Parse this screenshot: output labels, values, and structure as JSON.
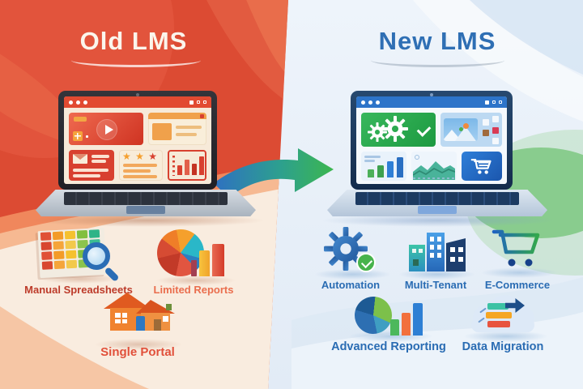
{
  "comparison": {
    "left": {
      "title": "Old LMS",
      "features": [
        {
          "label": "Manual Spreadsheets",
          "icon": "spreadsheet-magnifier-icon"
        },
        {
          "label": "Limited Reports",
          "icon": "pie-bar-chart-icon"
        },
        {
          "label": "Single Portal",
          "icon": "house-icon"
        }
      ],
      "colors": {
        "background": "#dc4b33",
        "panel_lower": "#f9ecdf",
        "title_text": "#fbf5ec",
        "label_text": "#c23a28",
        "laptop_titlebar": "#e24a31"
      }
    },
    "right": {
      "title": "New LMS",
      "features": [
        {
          "label": "Automation",
          "icon": "gear-check-icon"
        },
        {
          "label": "Multi-Tenant",
          "icon": "buildings-icon"
        },
        {
          "label": "E-Commerce",
          "icon": "shopping-cart-icon"
        },
        {
          "label": "Advanced Reporting",
          "icon": "pie-bars-icon"
        },
        {
          "label": "Data Migration",
          "icon": "cloud-migration-icon"
        }
      ],
      "colors": {
        "background": "#eaf1f8",
        "title_text": "#2f6fb4",
        "label_text": "#2a6cb3",
        "laptop_titlebar": "#2d74c9",
        "accent_green": "#3db84b"
      }
    },
    "transition_arrow": {
      "icon": "curved-arrow-right-icon",
      "gradient_start": "#2e6fc3",
      "gradient_end": "#3db84b"
    }
  }
}
